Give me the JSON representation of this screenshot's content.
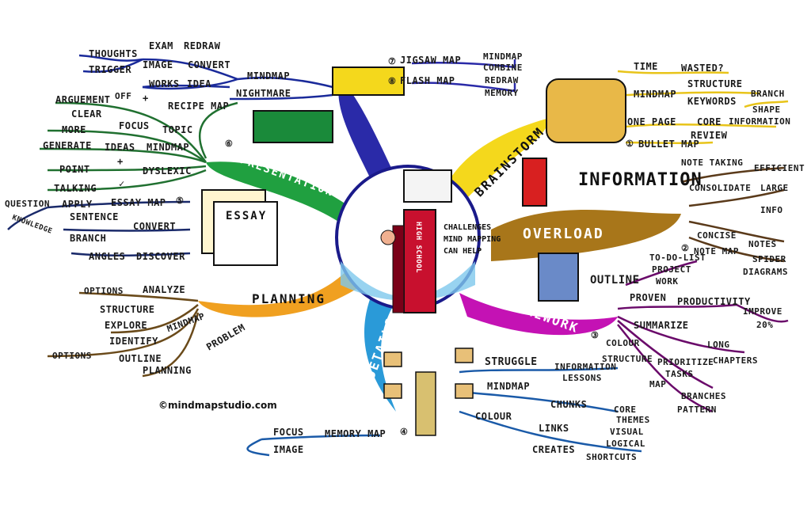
{
  "center": {
    "line1": "CHALLENGES",
    "line2": "MIND MAPPING",
    "line3": "CAN HELP",
    "locker_text": "HIGH SCHOOL"
  },
  "branches": {
    "exam": {
      "title": "EXAM",
      "color": "#2a2aa8",
      "items": [
        "JIGSAW MAP",
        "MINDMAP",
        "COMBINE",
        "FLASH MAP",
        "REDRAW",
        "MEMORY"
      ],
      "numbers": [
        "⑦",
        "⑧"
      ]
    },
    "brainstorm": {
      "title": "BRAINSTORM",
      "color": "#f4d81c",
      "items": [
        "TIME",
        "WASTED?",
        "MINDMAP",
        "STRUCTURE",
        "KEYWORDS",
        "BRANCH",
        "SHAPE",
        "ONE PAGE",
        "CORE",
        "INFORMATION",
        "REVIEW",
        "BULLET MAP"
      ],
      "numbers": [
        "①"
      ]
    },
    "information_overload": {
      "title1": "INFORMATION",
      "title2": "OVERLOAD",
      "color": "#a8761a",
      "items": [
        "NOTE TAKING",
        "EFFICIENT",
        "CONSOLIDATE",
        "LARGE",
        "INFO",
        "CONCISE",
        "NOTES",
        "NOTE MAP",
        "SPIDER",
        "DIAGRAMS"
      ],
      "numbers": [
        "②"
      ]
    },
    "homework": {
      "title": "HOMEWORK",
      "color": "#c412b4",
      "items": [
        "OUTLINE",
        "TO-DO-LIST",
        "PROJECT",
        "WORK",
        "PROVEN",
        "PRODUCTIVITY",
        "IMPROVE",
        "20%",
        "SUMMARIZE",
        "LONG",
        "CHAPTERS",
        "COLOUR",
        "PRIORITIZE",
        "TASKS",
        "STRUCTURE",
        "MAP",
        "BRANCHES",
        "PATTERN"
      ],
      "numbers": [
        "③"
      ]
    },
    "details": {
      "title": "DETAILS",
      "color": "#2a9ad8",
      "items": [
        "STRUGGLE",
        "INFORMATION",
        "LESSONS",
        "MINDMAP",
        "CHUNKS",
        "CORE",
        "THEMES",
        "COLOUR",
        "LINKS",
        "VISUAL",
        "LOGICAL",
        "CREATES",
        "SHORTCUTS",
        "FOCUS",
        "MEMORY MAP",
        "IMAGE"
      ],
      "numbers": [
        "④"
      ]
    },
    "planning": {
      "title": "PLANNING",
      "color": "#f0a020",
      "items": [
        "OPTIONS",
        "ANALYZE",
        "STRUCTURE",
        "EXPLORE",
        "MINDMAP",
        "IDENTIFY",
        "OPTIONS",
        "OUTLINE",
        "PROBLEM",
        "PLANNING"
      ]
    },
    "essay": {
      "paper": "ESSAY",
      "color": "#3a3a9a",
      "items": [
        "QUESTION",
        "APPLY",
        "ESSAY MAP",
        "KNOWLEDGE",
        "SENTENCE",
        "CONVERT",
        "BRANCH",
        "ANGLES",
        "DISCOVER"
      ],
      "numbers": [
        "⑤"
      ]
    },
    "presentation": {
      "title": "PRESENTATION",
      "color": "#20a040",
      "items": [
        "ARGUEMENT",
        "OFF",
        "RECIPE MAP",
        "CLEAR",
        "FOCUS",
        "TOPIC",
        "MORE",
        "GENERATE",
        "IDEAS",
        "MINDMAP",
        "POINT",
        "DYSLEXIC",
        "TALKING"
      ],
      "numbers": [
        "⑥"
      ],
      "symbols": [
        "+",
        "+",
        "✓"
      ]
    },
    "mindmap_nightmare": {
      "color": "#1a2a9a",
      "items": [
        "EXAM",
        "REDRAW",
        "THOUGHTS",
        "IMAGE",
        "CONVERT",
        "TRIGGER",
        "MINDMAP",
        "WORKS",
        "IDEA",
        "NIGHTMARE"
      ]
    }
  },
  "footer": {
    "credit": "©mindmapstudio.com"
  }
}
